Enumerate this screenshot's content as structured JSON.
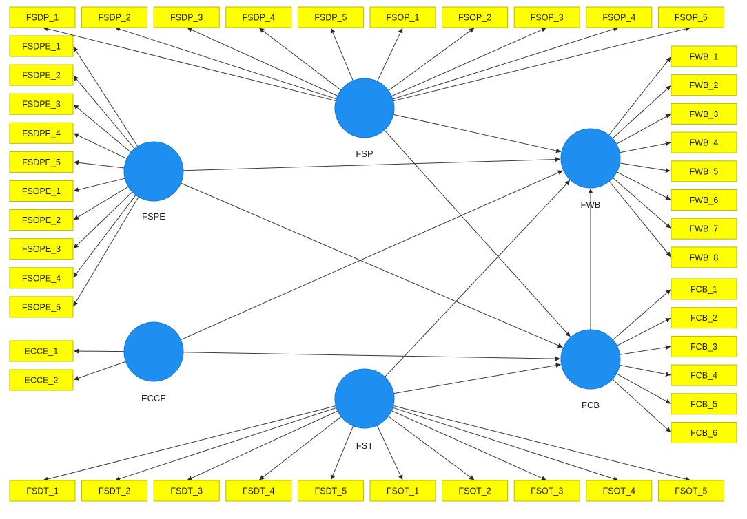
{
  "constructs": [
    {
      "id": "FSP",
      "label": "FSP"
    },
    {
      "id": "FSPE",
      "label": "FSPE"
    },
    {
      "id": "ECCE",
      "label": "ECCE"
    },
    {
      "id": "FST",
      "label": "FST"
    },
    {
      "id": "FWB",
      "label": "FWB"
    },
    {
      "id": "FCB",
      "label": "FCB"
    }
  ],
  "indicators": {
    "FSP": [
      "FSDP_1",
      "FSDP_2",
      "FSDP_3",
      "FSDP_4",
      "FSDP_5",
      "FSOP_1",
      "FSOP_2",
      "FSOP_3",
      "FSOP_4",
      "FSOP_5"
    ],
    "FSPE": [
      "FSDPE_1",
      "FSDPE_2",
      "FSDPE_3",
      "FSDPE_4",
      "FSDPE_5",
      "FSOPE_1",
      "FSOPE_2",
      "FSOPE_3",
      "FSOPE_4",
      "FSOPE_5"
    ],
    "ECCE": [
      "ECCE_1",
      "ECCE_2"
    ],
    "FST": [
      "FSDT_1",
      "FSDT_2",
      "FSDT_3",
      "FSDT_4",
      "FSDT_5",
      "FSOT_1",
      "FSOT_2",
      "FSOT_3",
      "FSOT_4",
      "FSOT_5"
    ],
    "FWB": [
      "FWB_1",
      "FWB_2",
      "FWB_3",
      "FWB_4",
      "FWB_5",
      "FWB_6",
      "FWB_7",
      "FWB_8"
    ],
    "FCB": [
      "FCB_1",
      "FCB_2",
      "FCB_3",
      "FCB_4",
      "FCB_5",
      "FCB_6"
    ]
  },
  "paths": [
    {
      "from": "FSP",
      "to": "FWB"
    },
    {
      "from": "FSP",
      "to": "FCB"
    },
    {
      "from": "FSPE",
      "to": "FWB"
    },
    {
      "from": "FSPE",
      "to": "FCB"
    },
    {
      "from": "ECCE",
      "to": "FWB"
    },
    {
      "from": "ECCE",
      "to": "FCB"
    },
    {
      "from": "FST",
      "to": "FWB"
    },
    {
      "from": "FST",
      "to": "FCB"
    },
    {
      "from": "FCB",
      "to": "FWB"
    }
  ],
  "colors": {
    "construct_fill": "#1e8ff0",
    "indicator_fill": "#ffff00",
    "line": "#3a3a3a"
  }
}
